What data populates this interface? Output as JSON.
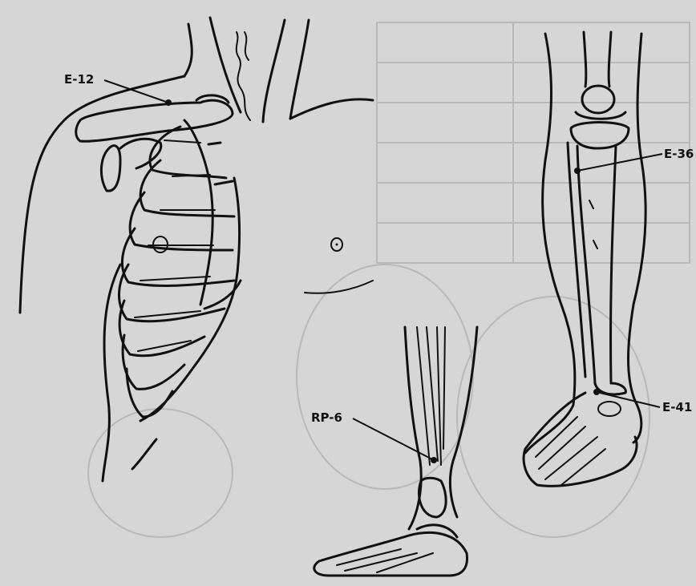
{
  "labels": {
    "e12": "E-12",
    "e36": "E-36",
    "e41": "E-41",
    "rp6": "RP-6"
  },
  "colors": {
    "paper": "#d6d6d6",
    "ink": "#111111",
    "bleed_through": "#b6b6b6"
  }
}
